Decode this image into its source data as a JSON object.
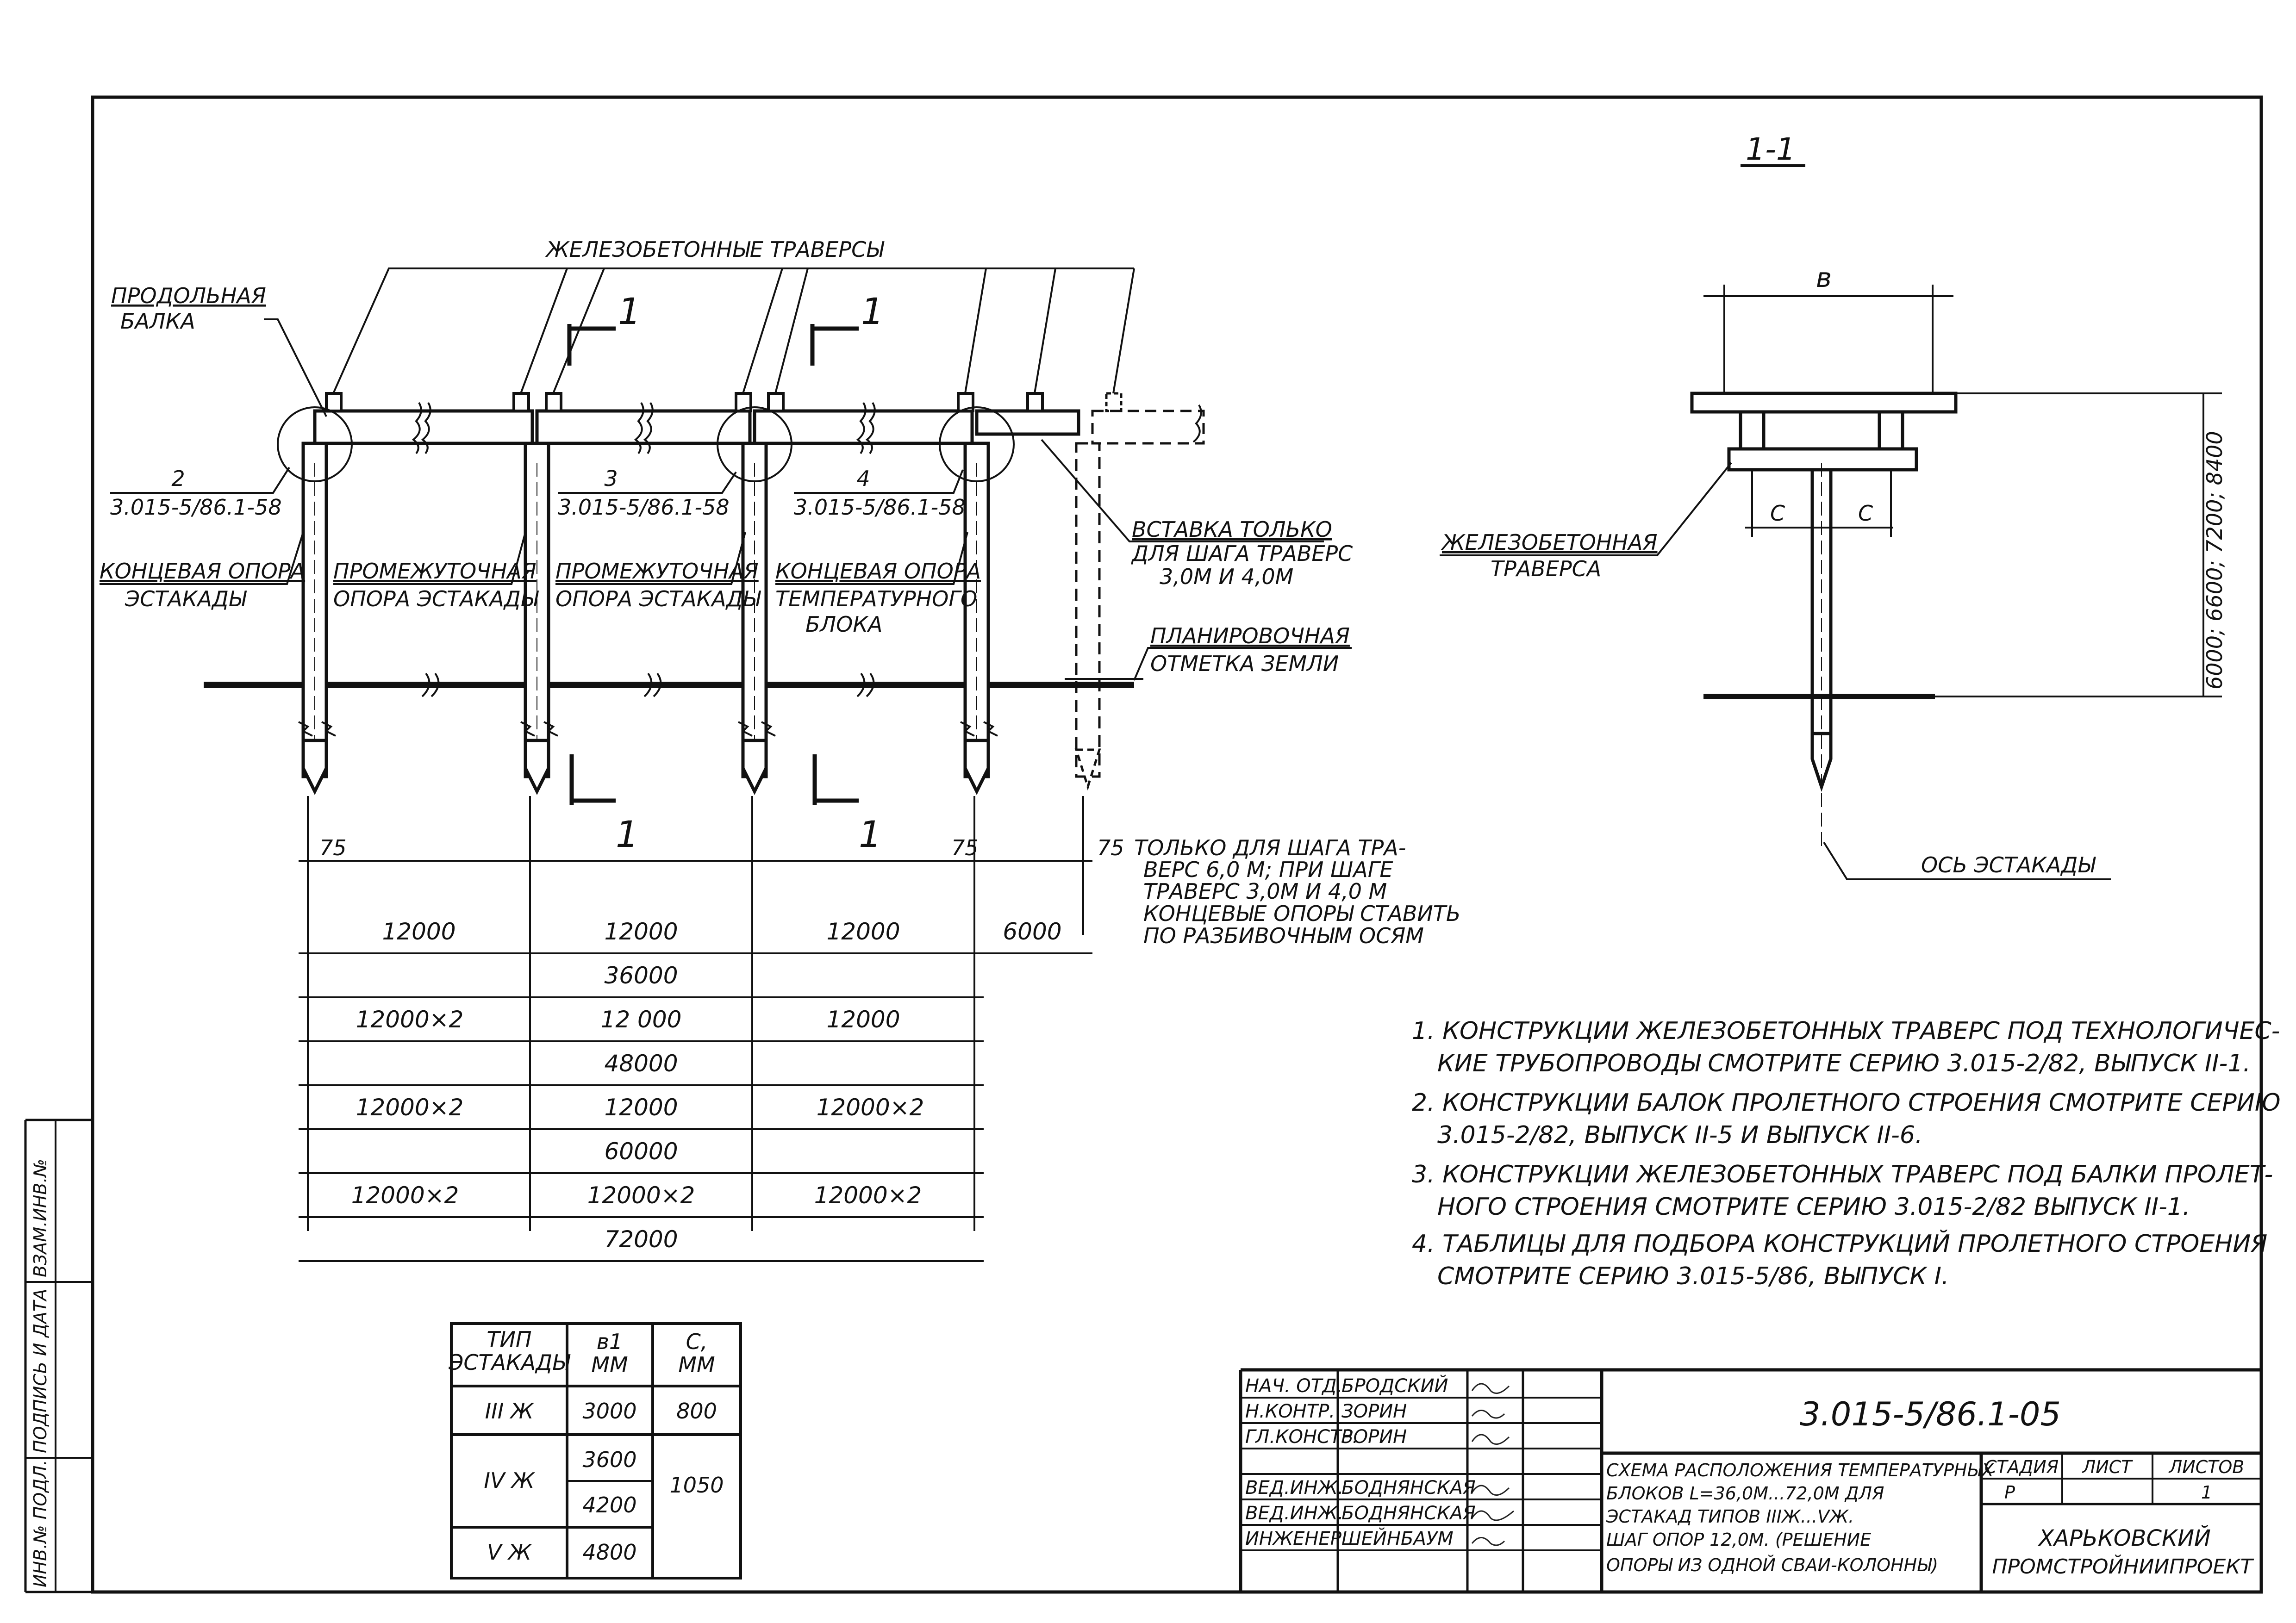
{
  "section_mark": "1-1",
  "labels": {
    "rc_traverses": "ЖЕЛЕЗОБЕТОННЫЕ ТРАВЕРСЫ",
    "long_beam_1": "ПРОДОЛЬНАЯ",
    "long_beam_2": "БАЛКА",
    "cut_1": "1",
    "node_2_num": "2",
    "node_2_ref": "3.015-5/86.1-58",
    "node_3_num": "3",
    "node_3_ref": "3.015-5/86.1-58",
    "node_4_num": "4",
    "node_4_ref": "3.015-5/86.1-58",
    "end_support_1": "КОНЦЕВАЯ ОПОРА",
    "end_support_2": "ЭСТАКАДЫ",
    "mid_support_1a": "ПРОМЕЖУТОЧНАЯ",
    "mid_support_1b": "ОПОРА ЭСТАКАДЫ",
    "mid_support_2a": "ПРОМЕЖУТОЧНАЯ",
    "mid_support_2b": "ОПОРА ЭСТАКАДЫ",
    "temp_support_1": "КОНЦЕВАЯ ОПОРА",
    "temp_support_2": "ТЕМПЕРАТУРНОГО",
    "temp_support_3": "БЛОКА",
    "insert_1": "ВСТАВКА ТОЛЬКО",
    "insert_2": "ДЛЯ ШАГА ТРАВЕРС",
    "insert_3": "3,0М И 4,0М",
    "grade_1": "ПЛАНИРОВОЧНАЯ",
    "grade_2": "ОТМЕТКА ЗЕМЛИ",
    "dim_75a": "75",
    "dim_75b": "75",
    "dim_75c": "75",
    "only_1": "ТОЛЬКО ДЛЯ ШАГА ТРА-",
    "only_2": "ВЕРС 6,0 М; ПРИ ШАГЕ",
    "only_3": "ТРАВЕРС 3,0М И 4,0 М",
    "only_4": "КОНЦЕВЫЕ ОПОРЫ СТАВИТЬ",
    "only_5": "ПО РАЗБИВОЧНЫМ ОСЯМ",
    "dim_width": "в",
    "dim_c1": "С",
    "dim_c2": "С",
    "heights": "6000; 6600; 7200; 8400",
    "rc_traverse_1": "ЖЕЛЕЗОБЕТОННАЯ",
    "rc_traverse_2": "ТРАВЕРСА",
    "axis": "ОСЬ ЭСТАКАДЫ"
  },
  "dims": {
    "r1": [
      "12000",
      "12000",
      "12000",
      "6000"
    ],
    "t1": "36000",
    "r2": [
      "12000×2",
      "12 000",
      "12000"
    ],
    "t2": "48000",
    "r3": [
      "12000×2",
      "12000",
      "12000×2"
    ],
    "t3": "60000",
    "r4": [
      "12000×2",
      "12000×2",
      "12000×2"
    ],
    "t4": "72000"
  },
  "notes": [
    "1. КОНСТРУКЦИИ ЖЕЛЕЗОБЕТОННЫХ ТРАВЕРС ПОД ТЕХНОЛОГИЧЕС-",
    "КИЕ ТРУБОПРОВОДЫ СМОТРИТЕ СЕРИЮ 3.015-2/82, ВЫПУСК II-1.",
    "2. КОНСТРУКЦИИ БАЛОК ПРОЛЕТНОГО СТРОЕНИЯ СМОТРИТЕ СЕРИЮ",
    "3.015-2/82, ВЫПУСК II-5 И ВЫПУСК II-6.",
    "3. КОНСТРУКЦИИ ЖЕЛЕЗОБЕТОННЫХ ТРАВЕРС ПОД БАЛКИ ПРОЛЕТ-",
    "НОГО СТРОЕНИЯ СМОТРИТЕ СЕРИЮ 3.015-2/82 ВЫПУСК II-1.",
    "4. ТАБЛИЦЫ ДЛЯ ПОДБОРА КОНСТРУКЦИЙ ПРОЛЕТНОГО СТРОЕНИЯ",
    "СМОТРИТЕ СЕРИЮ 3.015-5/86, ВЫПУСК I."
  ],
  "table": {
    "h1a": "ТИП",
    "h1b": "ЭСТАКАДЫ",
    "h2a": "в1",
    "h2b": "ММ",
    "h3a": "С,",
    "h3b": "ММ",
    "type3": "III Ж",
    "b3": "3000",
    "c3": "800",
    "type4": "IV Ж",
    "b4a": "3600",
    "b4b": "4200",
    "c4": "1050",
    "type5": "V Ж",
    "b5": "4800"
  },
  "stamp": {
    "code": "3.015-5/86.1-05",
    "r1_role": "НАЧ. ОТД.",
    "r1_name": "БРОДСКИЙ",
    "r2_role": "Н.КОНТР.",
    "r2_name": "ЗОРИН",
    "r3_role": "ГЛ.КОНСТР.",
    "r3_name": "ЗОРИН",
    "r4_role": "ВЕД.ИНЖ.",
    "r4_name": "БОДНЯНСКАЯ",
    "r5_role": "ВЕД.ИНЖ.",
    "r5_name": "БОДНЯНСКАЯ",
    "r6_role": "ИНЖЕНЕР",
    "r6_name": "ШЕЙНБАУМ",
    "title_1": "СХЕМА РАСПОЛОЖЕНИЯ ТЕМПЕРАТУРНЫХ",
    "title_2": "БЛОКОВ L=36,0М...72,0М ДЛЯ",
    "title_3": "ЭСТАКАД ТИПОВ IIIЖ...VЖ.",
    "title_4": "ШАГ ОПОР 12,0М. (РЕШЕНИЕ",
    "title_5": "ОПОРЫ ИЗ ОДНОЙ СВАИ-КОЛОННЫ)",
    "stage_h": "СТАДИЯ",
    "sheet_h": "ЛИСТ",
    "sheets_h": "ЛИСТОВ",
    "stage": "Р",
    "sheets": "1",
    "org_1": "ХАРЬКОВСКИЙ",
    "org_2": "ПРОМСТРОЙНИИПРОЕКТ"
  },
  "side_strip": {
    "s1": "ИНВ.№ ПОДЛ.",
    "s2": "ПОДПИСЬ И ДАТА",
    "s3": "ВЗАМ.ИНВ.№"
  }
}
